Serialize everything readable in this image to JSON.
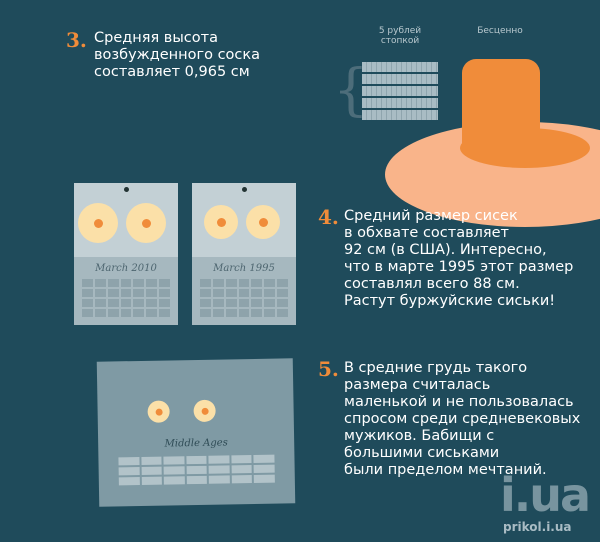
{
  "facts": [
    {
      "number": "3.",
      "text": "Средняя высота\nвозбужденного соска\nсоставляет 0,965 см"
    },
    {
      "number": "4.",
      "text": "Средний размер сисек\nв обхвате составляет\n92 см (в США). Интересно,\nчто в марте 1995 этот размер\nсоставлял всего 88 см.\nРастут буржуйские сиськи!"
    },
    {
      "number": "5.",
      "text": "В средние грудь такого\nразмера считалась\nмаленькой и не пользовалась\nспросом среди средневековых\nмужиков. Бабищи с\nбольшими сиськами\nбыли пределом мечтаний."
    }
  ],
  "comparison": {
    "coins_label": "5 рублей\nстопкой",
    "nipple_label": "Бесценно"
  },
  "calendars": [
    "March 2010",
    "March 1995",
    "Middle Ages"
  ],
  "watermark": {
    "logo": "i.ua",
    "site": "prikol.i.ua"
  },
  "colors": {
    "background": "#1f4b5b",
    "accent": "#f08c3a"
  }
}
